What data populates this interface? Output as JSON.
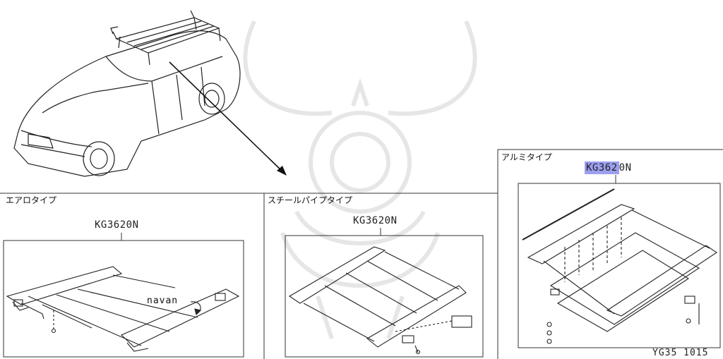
{
  "sections": [
    {
      "title": "エアロタイプ",
      "part_number": "KG3620N",
      "note": "navan"
    },
    {
      "title": "スチールパイプタイプ",
      "part_number": "KG3620N"
    },
    {
      "title": "アルミタイプ",
      "part_number_highlighted": "KG362",
      "part_number_suffix": "0N"
    }
  ],
  "ref_code": "YG35 1015",
  "colors": {
    "line": "#222222",
    "highlight": "#9c9ff0",
    "watermark": "#e6e6e6"
  },
  "icons": [
    "vehicle-illustration",
    "arrow-icon",
    "aero-rack-illustration",
    "steel-rack-illustration",
    "alum-rack-illustration",
    "watermark-logo"
  ]
}
